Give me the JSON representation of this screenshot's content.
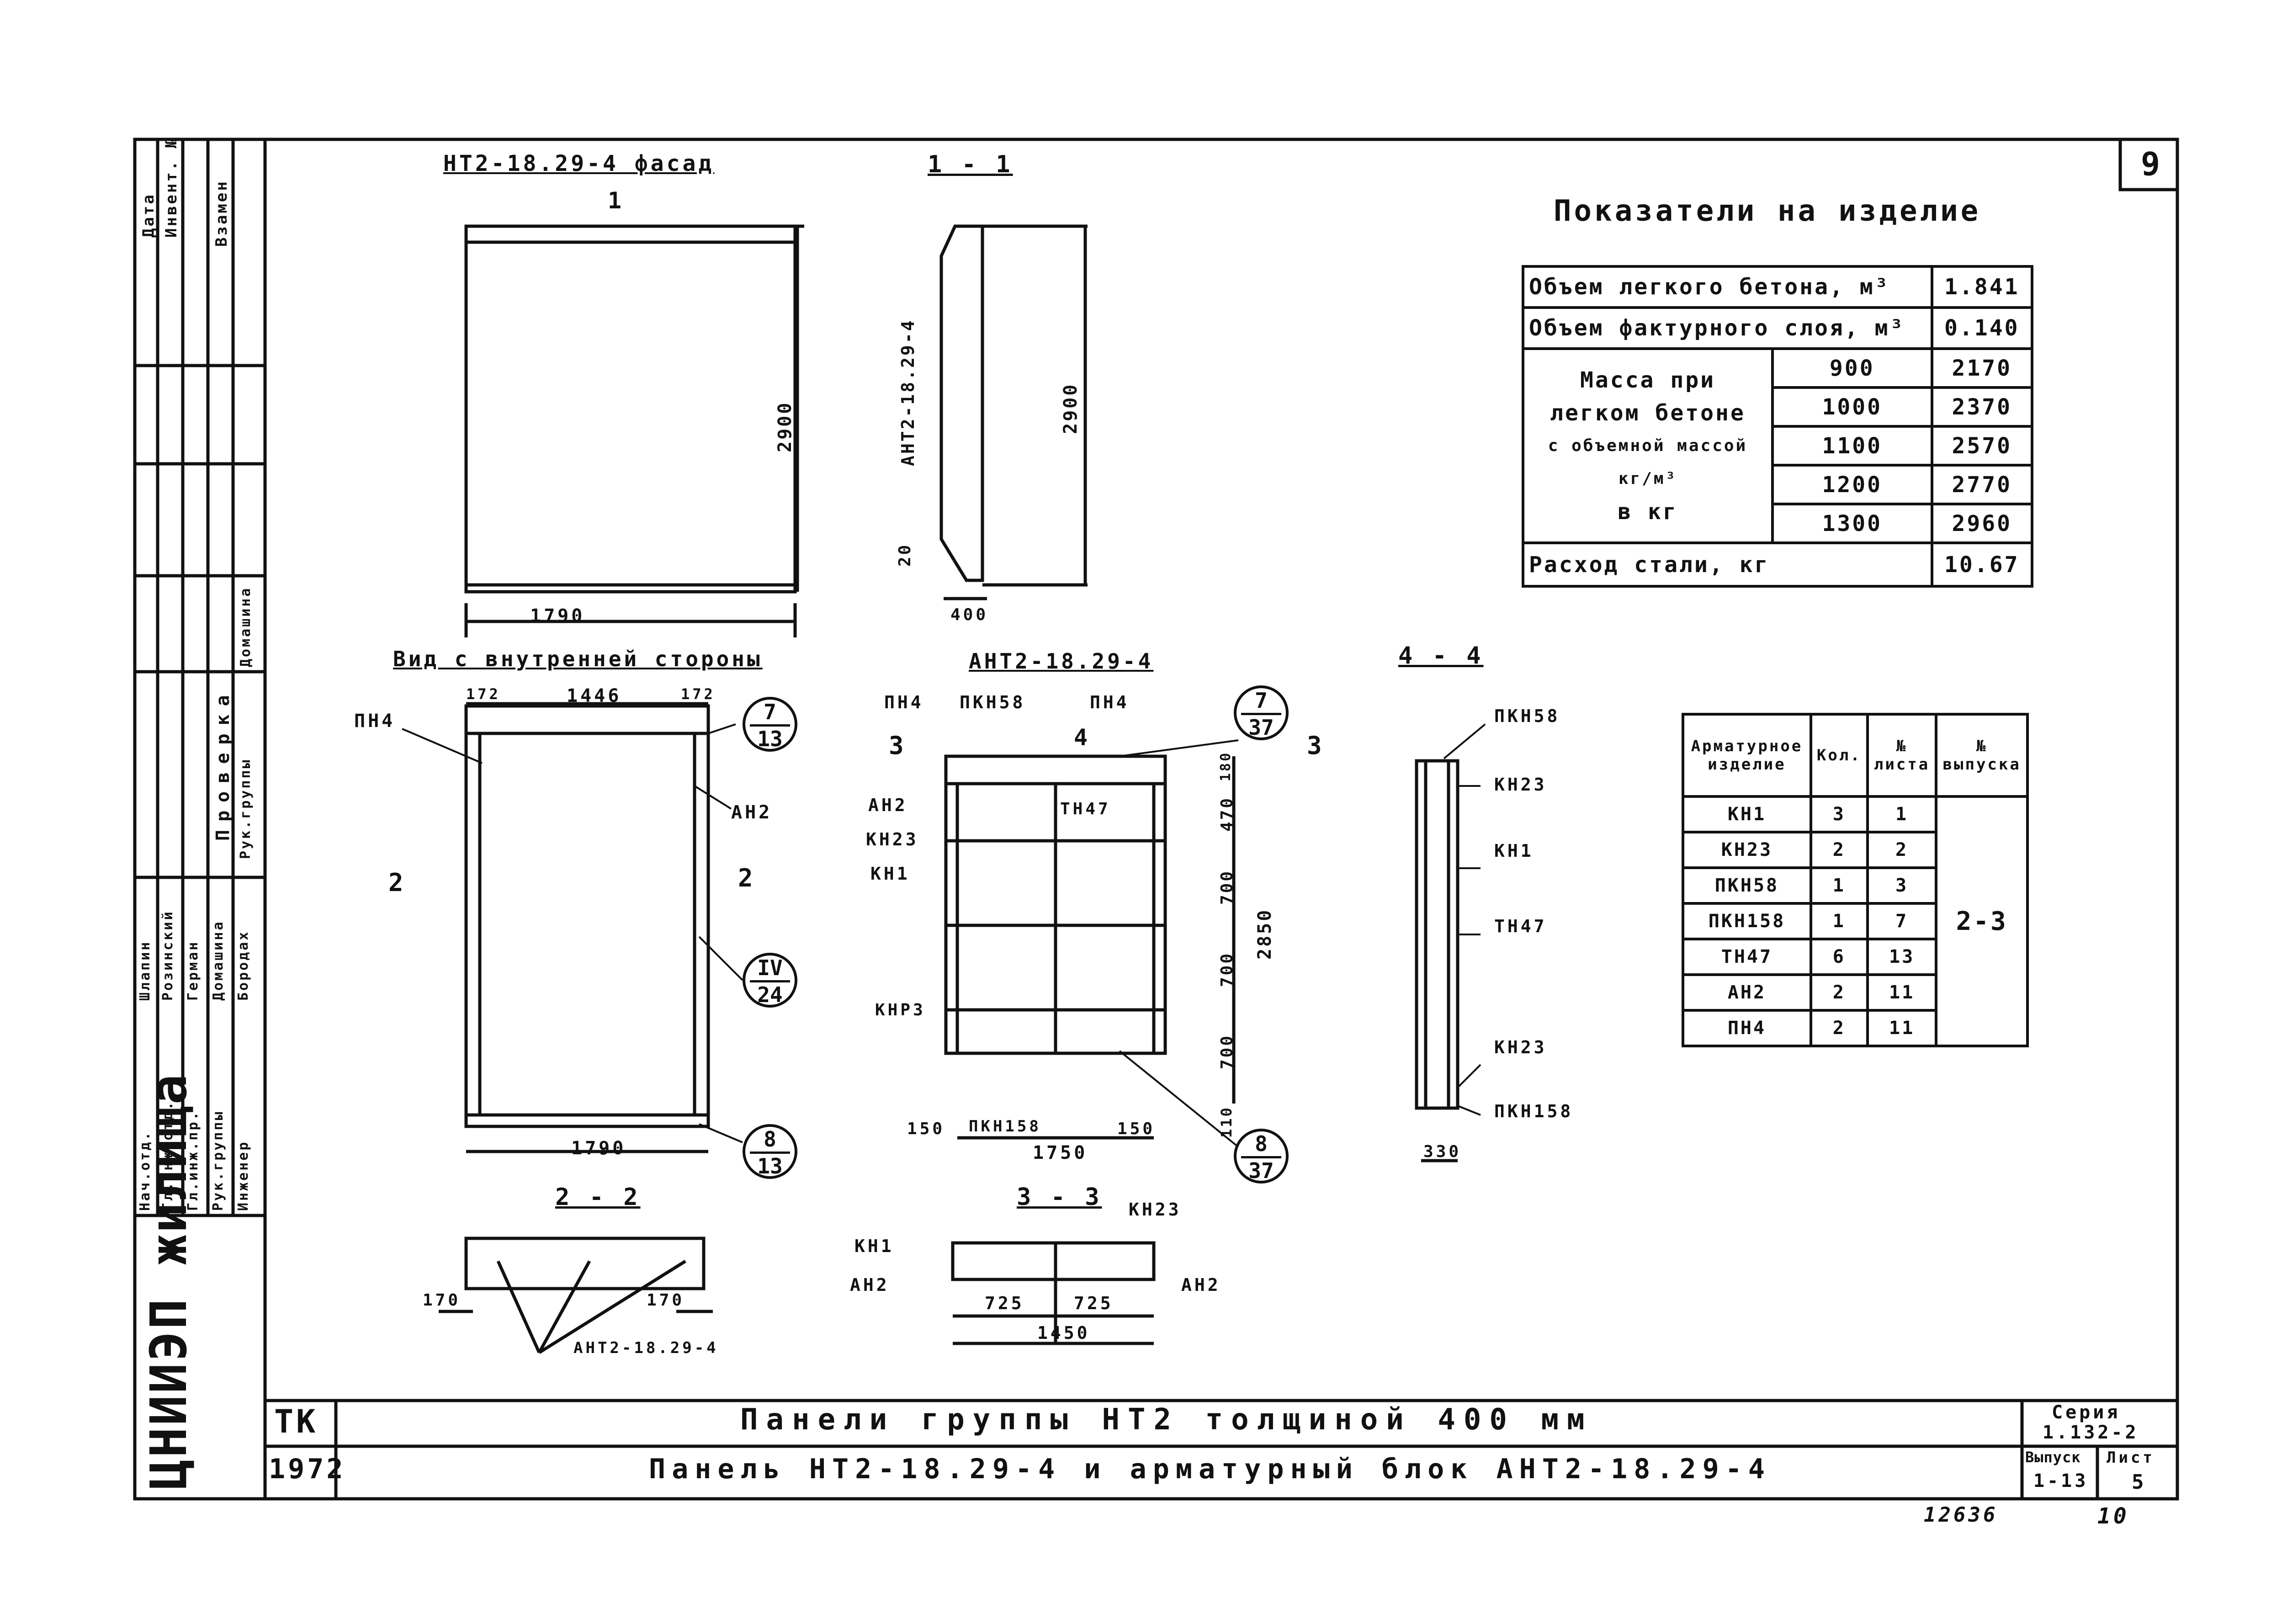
{
  "sheet_number": "9",
  "indicators": {
    "title": "Показатели на изделие",
    "rows": {
      "light_concrete_volume_label": "Объем легкого бетона, м³",
      "light_concrete_volume": "1.841",
      "facing_volume_label": "Объем фактурного слоя, м³",
      "facing_volume": "0.140",
      "mass_label": [
        "Масса при",
        "легком бетоне",
        "с объемной массой кг/м³",
        "в кг"
      ],
      "mass_table": [
        {
          "density": "900",
          "mass": "2170"
        },
        {
          "density": "1000",
          "mass": "2370"
        },
        {
          "density": "1100",
          "mass": "2570"
        },
        {
          "density": "1200",
          "mass": "2770"
        },
        {
          "density": "1300",
          "mass": "2960"
        }
      ],
      "steel_label": "Расход стали, кг",
      "steel": "10.67"
    }
  },
  "rebar_table": {
    "headers": [
      "Арматурное изделие",
      "Кол.",
      "№ листа",
      "№ выпуска"
    ],
    "rows": [
      {
        "item": "КН1",
        "qty": "3",
        "sheet": "1"
      },
      {
        "item": "КН23",
        "qty": "2",
        "sheet": "2"
      },
      {
        "item": "ПКН58",
        "qty": "1",
        "sheet": "3"
      },
      {
        "item": "ПКН158",
        "qty": "1",
        "sheet": "7"
      },
      {
        "item": "ТН47",
        "qty": "6",
        "sheet": "13"
      },
      {
        "item": "АН2",
        "qty": "2",
        "sheet": "11"
      },
      {
        "item": "ПН4",
        "qty": "2",
        "sheet": "11"
      }
    ],
    "issue": "2-3"
  },
  "views": {
    "facade_title": "НТ2-18.29-4 фасад",
    "section_1_title": "1 - 1",
    "inside_view_title": "Вид с внутренней стороны",
    "block_title": "АНТ2-18.29-4",
    "section_4_title": "4 - 4",
    "section_2_title": "2 - 2",
    "section_3_title": "3 - 3"
  },
  "labels": {
    "facade_height": "2900",
    "facade_width": "1790",
    "s1_height": "2900",
    "s1_block": "АНТ2-18.29-4",
    "s1_20": "20",
    "s1_400": "400",
    "inside_172": "172",
    "inside_1446": "1446",
    "inside_172b": "172",
    "inside_width": "1790",
    "pn4": "ПН4",
    "an2": "АН2",
    "block_pn4a": "ПН4",
    "block_pkn58": "ПКН58",
    "block_pn4b": "ПН4",
    "block_an2": "АН2",
    "block_kn23": "КН23",
    "block_kn1": "КН1",
    "block_tn47": "ТН47",
    "block_knr3": "КНР3",
    "block_pkn158": "ПКН158",
    "block_150a": "150",
    "block_150b": "150",
    "block_1750": "1750",
    "block_2850": "2850",
    "block_180": "180",
    "block_470": "470",
    "block_700a": "700",
    "block_700b": "700",
    "block_700c": "700",
    "block_110": "110",
    "s4_pkn58": "ПКН58",
    "s4_kn23": "КН23",
    "s4_kn1": "КН1",
    "s4_tn47": "ТН47",
    "s4_kn23b": "КН23",
    "s4_pkn158": "ПКН158",
    "s4_330": "330",
    "s2_170a": "170",
    "s2_170b": "170",
    "s2_block": "АНТ2-18.29-4",
    "s3_kn1": "КН1",
    "s3_an2": "АН2",
    "s3_kn23": "КН23",
    "s3_an2b": "АН2",
    "s3_725a": "725",
    "s3_725b": "725",
    "s3_1450": "1450",
    "cut_1": "1",
    "cut_2": "2",
    "cut_3": "3",
    "cut_4": "4"
  },
  "callouts": [
    {
      "top": "7",
      "bottom": "13"
    },
    {
      "top": "IV",
      "bottom": "24"
    },
    {
      "top": "8",
      "bottom": "13"
    },
    {
      "top": "7",
      "bottom": "37"
    },
    {
      "top": "8",
      "bottom": "37"
    }
  ],
  "title_block": {
    "tk": "ТК",
    "year": "1972",
    "line1": "Панели группы НТ2 толщиной 400 мм",
    "line2": "Панель НТ2-18.29-4 и арматурный блок АНТ2-18.29-4",
    "series_label": "Серия",
    "series": "1.132-2",
    "issue_label": "Выпуск",
    "issue": "1-13",
    "sheet_label": "Лист",
    "sheet": "5",
    "org": "ЦНИИЭП жилища"
  },
  "stamp": {
    "left_cols": [
      "Дата",
      "Инвент. №",
      "Взамен"
    ],
    "roles": [
      "Нач.отд.",
      "Гл.инж.отд.",
      "Гл.инж.пр.",
      "Рук.группы",
      "Инженер"
    ],
    "names": [
      "Шлапин",
      "Розинский",
      "Герман",
      "Домашина",
      "Бородах"
    ],
    "check_title": "Проверка",
    "check_role": "Рук.группы",
    "check_name": "Домашина"
  },
  "footer": {
    "code": "12636",
    "page": "10"
  }
}
